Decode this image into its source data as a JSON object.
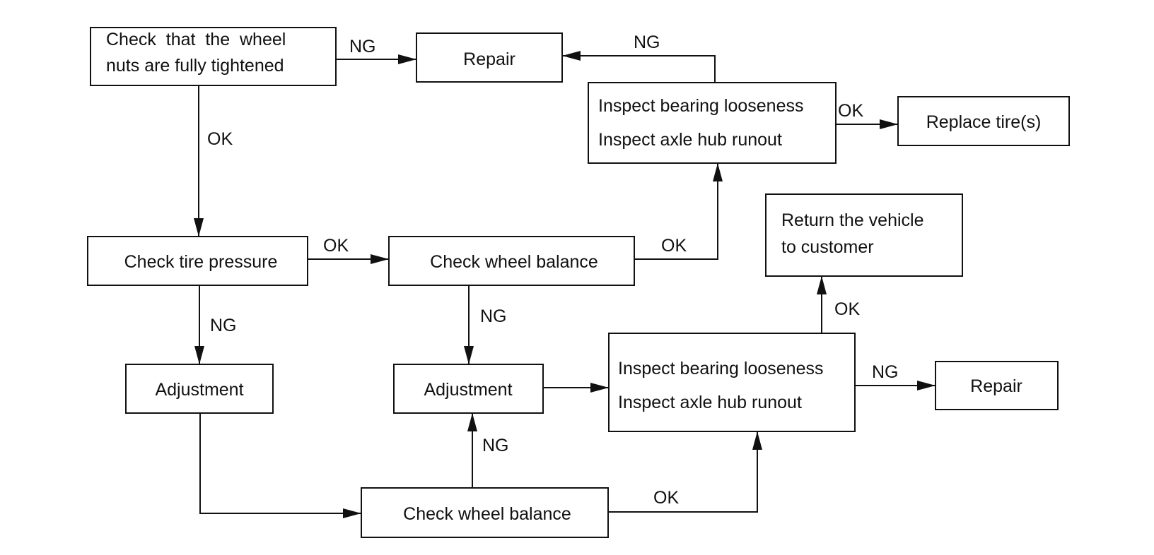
{
  "nodes": {
    "check_nuts": {
      "line1": "Check  that  the  wheel",
      "line2": "nuts are fully tightened"
    },
    "repair_top": {
      "label": "Repair"
    },
    "inspect_top": {
      "line1": "Inspect bearing looseness",
      "line2": "Inspect axle hub runout"
    },
    "replace_tires": {
      "label": "Replace tire(s)"
    },
    "check_pressure": {
      "label": "Check tire pressure"
    },
    "check_balance_top": {
      "label": "Check wheel balance"
    },
    "return_vehicle": {
      "line1": "Return the vehicle",
      "line2": "to customer"
    },
    "adjustment_left": {
      "label": "Adjustment"
    },
    "adjustment_mid": {
      "label": "Adjustment"
    },
    "inspect_bottom": {
      "line1": "Inspect bearing looseness",
      "line2": "Inspect axle hub runout"
    },
    "repair_bottom": {
      "label": "Repair"
    },
    "check_balance_bottom": {
      "label": "Check wheel balance"
    }
  },
  "edges": {
    "nuts_to_repair": "NG",
    "inspect_top_to_repair": "NG",
    "inspect_top_to_replace": "OK",
    "nuts_to_pressure": "OK",
    "pressure_to_balance": "OK",
    "balance_to_inspect_top": "OK",
    "pressure_to_adjustment": "NG",
    "balance_to_adjustment": "NG",
    "inspect_bottom_to_return": "OK",
    "inspect_bottom_to_repair": "NG",
    "balance_bottom_to_adjustment": "NG",
    "balance_bottom_to_inspect": "OK"
  }
}
